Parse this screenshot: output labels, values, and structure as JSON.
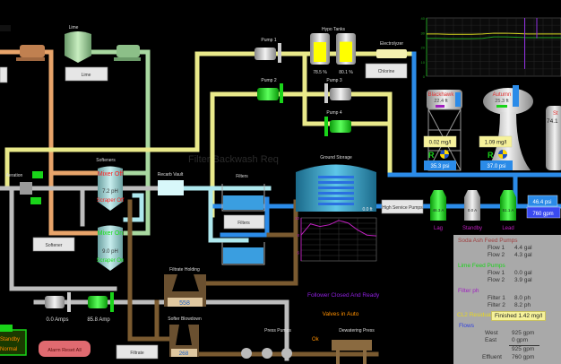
{
  "title_faint": "Filter Backwash Req",
  "colors": {
    "background": "#000000",
    "yellow_pipe": "#e9e98a",
    "blue_pipe": "#2b8be8",
    "orange_pipe": "#e8a46a",
    "green_pipe": "#a8d8a0",
    "grey_pipe": "#bdbdbd",
    "brown_pipe": "#7a5a30",
    "running_green": "#19d419"
  },
  "lime": {
    "label": "Lime",
    "button": "Lime"
  },
  "pumps": {
    "pump1": "Pump 1",
    "pump2": "Pump 2",
    "pump3": "Pump 3",
    "pump4": "Pump 4"
  },
  "hypo": {
    "label": "Hypo Tanks",
    "tank1_level": "78.5 %",
    "tank2_level": "80.1 %",
    "tank1_fill": 0.785,
    "tank2_fill": 0.801
  },
  "electrolyzer": {
    "label": "Electrolyzer",
    "button": "Chlorine"
  },
  "softeners": {
    "label": "Softeners",
    "button": "Softener",
    "unit1": {
      "mixer": "Mixer Off",
      "ph": "7.2 pH",
      "scraper": "Scraper Off"
    },
    "unit2": {
      "mixer": "Mixer On",
      "ph": "9.0 pH",
      "scraper": "Scraper On"
    }
  },
  "aeration": {
    "label": "Aeration"
  },
  "recarb": {
    "label": "Recarb Vault"
  },
  "filters": {
    "label": "Filters",
    "button": "Filters"
  },
  "ground_storage": {
    "label": "Ground Storage",
    "level": "0.0 ft"
  },
  "high_service": {
    "button": "High Service Pumps",
    "pumps": [
      {
        "name": "Lag",
        "amps": "46.3 A",
        "state": "running"
      },
      {
        "name": "Standby",
        "amps": "0.0 A",
        "state": "stopped"
      },
      {
        "name": "Lead",
        "amps": "51.1 A",
        "state": "running"
      }
    ],
    "pressure": "46.4 psi",
    "flow": "760 gpm"
  },
  "towers": [
    {
      "name": "Blackhawk",
      "level": "22.4 ft",
      "cl2": "0.02 mg/l",
      "mode": "R",
      "pressure": "35.3 psi"
    },
    {
      "name": "Autumn",
      "level": "25.3 ft",
      "cl2": "1.09 mg/l",
      "mode": "R",
      "pressure": "37.0 psi"
    },
    {
      "name": "St",
      "level": "74.1"
    }
  ],
  "trend_chart": {
    "type": "line",
    "ylim": [
      0,
      40
    ],
    "yticks": [
      "40",
      "30",
      "20",
      "10",
      "0"
    ],
    "series": [
      {
        "name": "yellow",
        "color": "#d8d820",
        "values": [
          29,
          29,
          28.8,
          28.8,
          28.8,
          29,
          29.5,
          29.5,
          29.3,
          29,
          29,
          29,
          29
        ]
      },
      {
        "name": "green",
        "color": "#1fa01f",
        "values": [
          26,
          26,
          25.8,
          25.8,
          25.8,
          26,
          27,
          27,
          26.8,
          26.5,
          26.5,
          26.5,
          26.5
        ]
      }
    ],
    "spikes": [
      {
        "at": 0.73,
        "to": 5
      },
      {
        "at": 0.82,
        "to": 26
      }
    ]
  },
  "chart_data": {
    "type": "line",
    "yticks": [
      "10",
      "8",
      "6"
    ],
    "ylim": [
      5,
      10
    ],
    "values": [
      8.0,
      9.3,
      9.0,
      9.2,
      9.7,
      9.4,
      8.6,
      8.0,
      7.9
    ]
  },
  "press_area": {
    "follower": "Follower Closed And Ready",
    "valves": "Valves in Auto",
    "ok": "Ok",
    "press_pumps": "Press Pumps",
    "dewatering": "Dewatering Press"
  },
  "filtrate_holding": {
    "label": "Filtrate Holding",
    "value": "558"
  },
  "softer_blowdown": {
    "label": "Softer Blowdown",
    "value": "268"
  },
  "filtrate_button": "Filtrate",
  "sludge_pumps": {
    "pump1_amps": "0.0 Amps",
    "pump2_amps": "85.8 Amp"
  },
  "alarm_reset": "Alarm Reset All",
  "standby_box": {
    "line1": "Standby",
    "line2": "Normal"
  },
  "panel": {
    "soda_title": "Soda Ash Feed Pumps",
    "soda": [
      {
        "k": "Flow 1",
        "v": "4.4 gal"
      },
      {
        "k": "Flow 2",
        "v": "4.3 gal"
      }
    ],
    "lime_title": "Lime Feed Pumps",
    "lime": [
      {
        "k": "Flow 1",
        "v": "0.0 gal"
      },
      {
        "k": "Flow 2",
        "v": "3.9 gal"
      }
    ],
    "filter_title": "Filter ph",
    "filter": [
      {
        "k": "Filter 1",
        "v": "8.0 ph"
      },
      {
        "k": "Filter 2",
        "v": "8.2 ph"
      }
    ],
    "cl2_title": "CL2 Residual",
    "cl2_value": "Finished 1.42 mg/l",
    "flows_title": "Flows",
    "flows": [
      {
        "k": "West",
        "v": "925 gpm"
      },
      {
        "k": "East",
        "v": "0 gpm"
      }
    ],
    "flows_total": "925 gpm",
    "effluent_label": "Effluent",
    "effluent_value": "760 gpm"
  }
}
